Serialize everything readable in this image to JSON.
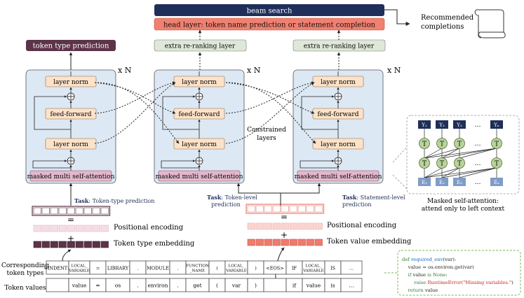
{
  "top": {
    "beam_search": "beam search",
    "head_layer": "head layer: token name prediction or statement completion",
    "recommended": [
      "Recommended",
      "completions"
    ]
  },
  "heads": {
    "token_type": "token type prediction",
    "rerank_1": "extra re-ranking layer",
    "rerank_2": "extra re-ranking layer"
  },
  "block": {
    "layer_norm": "layer norm",
    "feed_forward": "feed-forward",
    "attention": "masked multi self-attention",
    "repeat": "x N"
  },
  "constrained": [
    "Constrained",
    "layers"
  ],
  "tasks": {
    "left": {
      "label": "Task",
      "text": ": Token-type prediction"
    },
    "middle": {
      "label": "Task",
      "text": ": Token-level",
      "text2": "prediction"
    },
    "right": {
      "label": "Task",
      "text": ": Statement-level",
      "text2": "prediction"
    }
  },
  "embeddings": {
    "equals": "=",
    "plus": "+",
    "pos_left": "Positional encoding",
    "type_emb": "Token type embedding",
    "pos_right": "Positional encoding",
    "value_emb": "Token value embedding"
  },
  "attention_inset": {
    "outputs": [
      "Y₁",
      "Y₂",
      "Y₃",
      "Yₙ"
    ],
    "hidden": "T",
    "inputs": [
      "E₁",
      "E₂",
      "E₃",
      "Eₙ"
    ],
    "ellipsis": "…",
    "caption": [
      "Masked self-attention:",
      "attend only to left context"
    ]
  },
  "table": {
    "row1_label": [
      "Corresponding",
      "token types"
    ],
    "row2_label": "Token values",
    "types": [
      "<INDENT>",
      "LOCAL_\nVARIABLE",
      "=",
      "LIBRARY",
      ".",
      "MODULE",
      ".",
      "FUNCTION\n_NAME",
      "(",
      "LOCAL_\nVARIABLE",
      ")",
      "<EOS>",
      "IF",
      "LOCAL_\nVARIABLE",
      "IS",
      "..."
    ],
    "values": [
      "",
      "value",
      "=",
      "os",
      ".",
      "environ",
      ".",
      "get",
      "(",
      "var",
      ")",
      "",
      "if",
      "value",
      "is",
      "..."
    ]
  },
  "code": {
    "lines": [
      [
        {
          "t": "def ",
          "c": "#2e7d32"
        },
        {
          "t": "required_env",
          "c": "#1565c0"
        },
        {
          "t": "(var):",
          "c": "#222"
        }
      ],
      [
        {
          "t": "    value = os.environ.get(var)",
          "c": "#222"
        }
      ],
      [
        {
          "t": "    if ",
          "c": "#2e7d32"
        },
        {
          "t": "value ",
          "c": "#222"
        },
        {
          "t": "is None",
          "c": "#2e7d32"
        },
        {
          "t": ":",
          "c": "#222"
        }
      ],
      [
        {
          "t": "        raise ",
          "c": "#2e7d32"
        },
        {
          "t": "RuntimeError(",
          "c": "#c62828"
        },
        {
          "t": "\"Missing variables.\"",
          "c": "#c62828"
        },
        {
          "t": ")",
          "c": "#222"
        }
      ],
      [
        {
          "t": "    return ",
          "c": "#2e7d32"
        },
        {
          "t": "value",
          "c": "#222"
        }
      ]
    ]
  },
  "colors": {
    "navy": "#1f2f5a",
    "head_red": "#f08070",
    "type_pred": "#5c3348",
    "rerank": "#dfe8d8",
    "block_bg": "#dce8f4",
    "sublayer": "#fde2c8",
    "attention": "#e4b8cc",
    "type_emb": "#5c3348",
    "value_emb": "#ef7b6e",
    "pos_left": "#f6dde5",
    "pos_right": "#fad4cf",
    "node": "#b8d39c",
    "code_green": "#2e7d32"
  }
}
